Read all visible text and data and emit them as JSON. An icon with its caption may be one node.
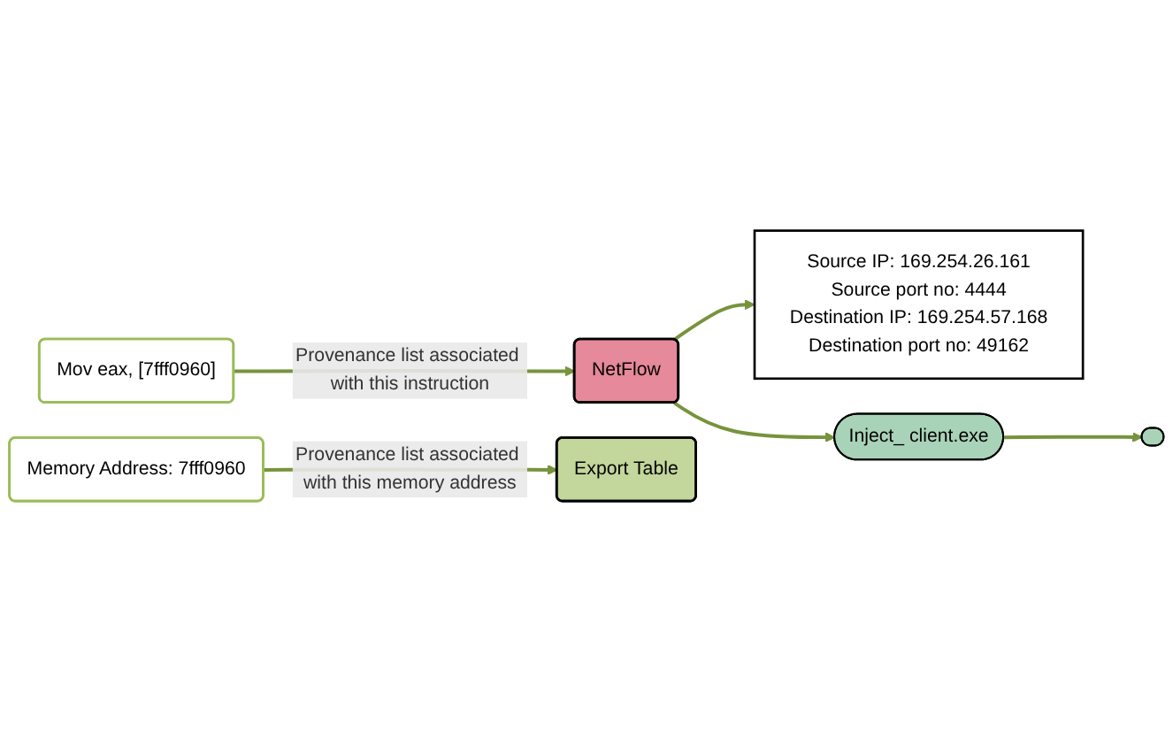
{
  "diagram": {
    "nodes": [
      {
        "text": [
          "Mov eax, [7fff0960]"
        ]
      },
      {
        "text": [
          "NetFlow"
        ]
      },
      {
        "text": [
          "Source IP: 169.254.26.161",
          "Source port no: 4444",
          "Destination IP: 169.254.57.168",
          "Destination port no: 49162"
        ]
      },
      {
        "text": [
          "Inject_ client.exe"
        ]
      },
      {
        "text": [],
        "shape": "ellipse"
      },
      {
        "text": [
          "Memory Address: 7fff0960"
        ]
      },
      {
        "text": [
          "Export Table"
        ]
      }
    ],
    "edges": [
      {
        "from": 0,
        "to": 1,
        "arrow": "to",
        "label": "Provenance list associated with this instruction"
      },
      {
        "from": 1,
        "to": 2,
        "arrow": "to"
      },
      {
        "from": 1,
        "to": 3,
        "arrow": "to"
      },
      {
        "from": 3,
        "to": 4,
        "arrow": "to"
      },
      {
        "from": 5,
        "to": 6,
        "arrow": "to",
        "label": "Provenance list associated with this memory address"
      }
    ]
  }
}
